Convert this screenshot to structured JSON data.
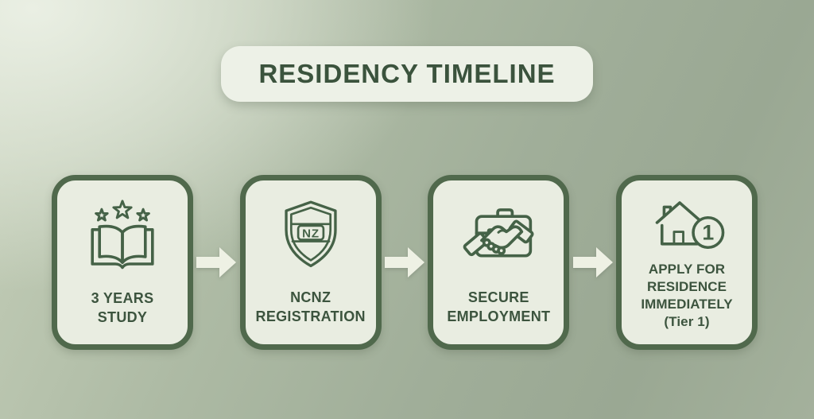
{
  "title": "RESIDENCY TIMELINE",
  "steps": [
    {
      "label": "3 YEARS\nSTUDY",
      "icon": "book-with-stars-icon"
    },
    {
      "label": "NCNZ\nREGISTRATION",
      "icon": "nz-shield-icon",
      "icon_text": "NZ"
    },
    {
      "label": "SECURE\nEMPLOYMENT",
      "icon": "briefcase-handshake-icon"
    },
    {
      "label": "APPLY FOR\nRESIDENCE\nIMMEDIATELY\n(Tier 1)",
      "icon": "house-number-one-icon",
      "badge": "1"
    }
  ],
  "connector_icon": "arrow-right-icon",
  "colors": {
    "dark_green_text": "#3c543e",
    "icon_stroke": "#456247",
    "card_border": "#50694c",
    "card_bg": "#e9ede1",
    "arrow_fill": "#eef1e4",
    "title_pill_bg": "#edf1e7",
    "background_light": "#e7ece0",
    "background_sage": "#a0ae99"
  }
}
